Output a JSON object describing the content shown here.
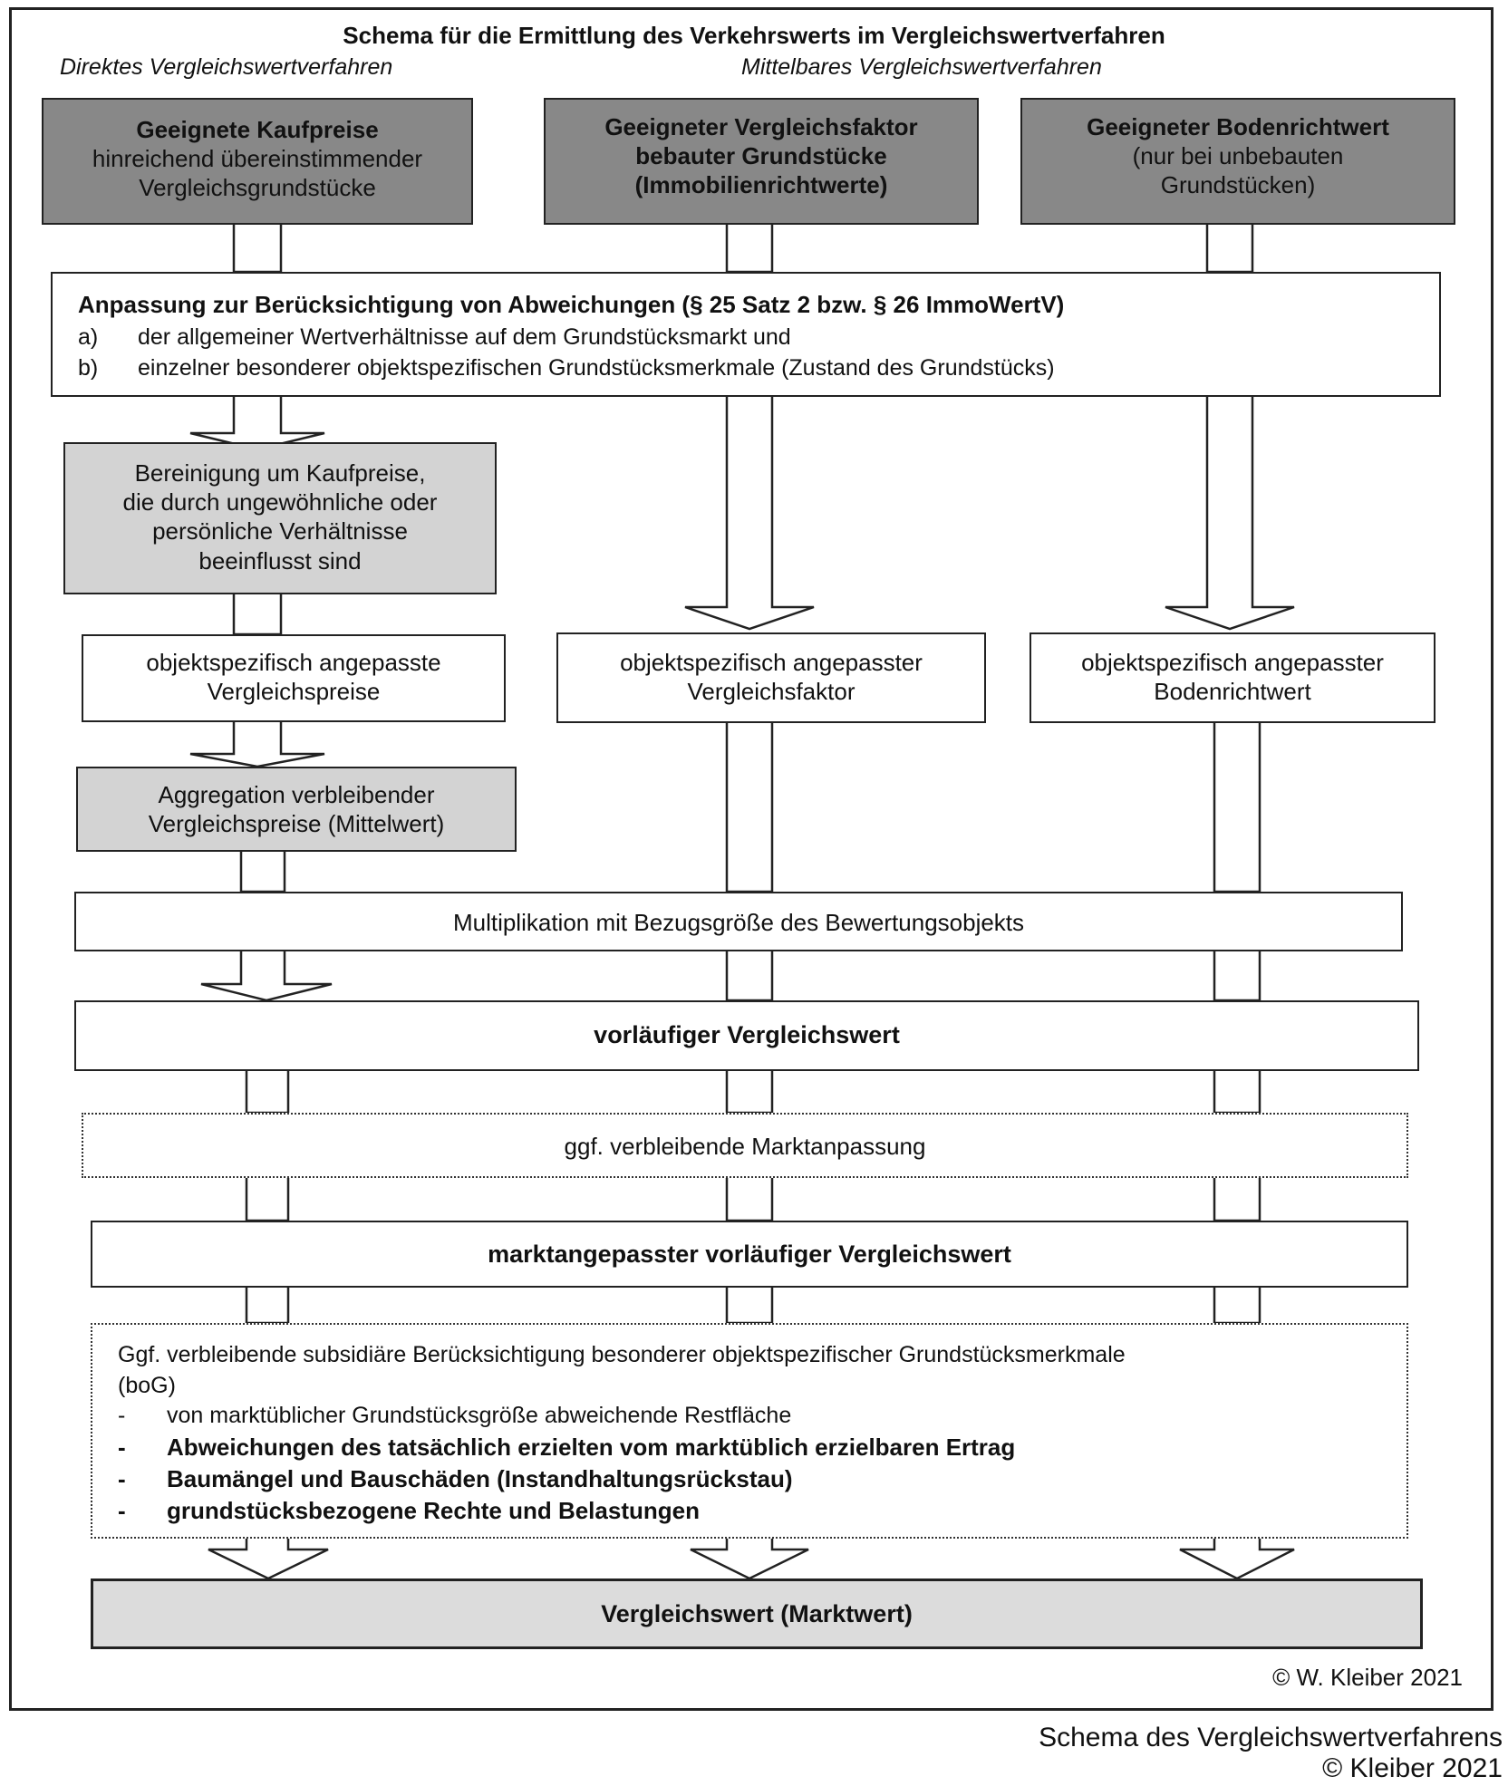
{
  "title": "Schema für die Ermittlung des Verkehrswerts im Vergleichswertverfahren",
  "left_heading": "Direktes Vergleichswertverfahren",
  "right_heading": "Mittelbares Vergleichswertverfahren",
  "top_boxes": {
    "kaufpreise": {
      "title": "Geeignete Kaufpreise",
      "line1": "hinreichend übereinstimmender",
      "line2": "Vergleichsgrundstücke"
    },
    "vergleichsfaktor": {
      "line1": "Geeigneter Vergleichsfaktor",
      "line2": "bebauter Grundstücke",
      "line3": "(Immobilienrichtwerte)"
    },
    "bodenrichtwert": {
      "title": "Geeigneter Bodenrichtwert",
      "line1": "(nur bei unbebauten",
      "line2": "Grundstücken)"
    }
  },
  "anpassung": {
    "heading": "Anpassung zur Berücksichtigung von Abweichungen (§ 25 Satz 2 bzw. § 26 ImmoWertV)",
    "items": [
      {
        "marker": "a)",
        "text": "der allgemeiner Wertverhältnisse auf dem Grundstücksmarkt und"
      },
      {
        "marker": "b)",
        "text": "einzelner besonderer objektspezifischen Grundstücksmerkmale (Zustand des Grundstücks)"
      }
    ]
  },
  "bereinigung": {
    "line1": "Bereinigung um Kaufpreise,",
    "line2": "die durch ungewöhnliche oder",
    "line3": "persönliche Verhältnisse",
    "line4": "beeinflusst sind"
  },
  "angepasst": {
    "preise": {
      "line1": "objektspezifisch angepasste",
      "line2": "Vergleichspreise"
    },
    "faktor": {
      "line1": "objektspezifisch angepasster",
      "line2": "Vergleichsfaktor"
    },
    "boden": {
      "line1": "objektspezifisch angepasster",
      "line2": "Bodenrichtwert"
    }
  },
  "aggregation": {
    "line1": "Aggregation verbleibender",
    "line2": "Vergleichspreise (Mittelwert)"
  },
  "multiplikation": "Multiplikation mit Bezugsgröße des Bewertungsobjekts",
  "vorlaeufig": "vorläufiger Vergleichswert",
  "marktanpassung": "ggf. verbleibende Marktanpassung",
  "marktangepasst": "marktangepasster vorläufiger Vergleichswert",
  "bog": {
    "intro_line1": "Ggf. verbleibende subsidiäre Berücksichtigung besonderer objektspezifischer Grundstücksmerkmale",
    "intro_line2": "(boG)",
    "items": [
      {
        "marker": "-",
        "text": "von marktüblicher Grundstücksgröße abweichende Restfläche"
      },
      {
        "marker": "-",
        "text": "Abweichungen des tatsächlich erzielten vom marktüblich erzielbaren Ertrag"
      },
      {
        "marker": "-",
        "text": "Baumängel und Bauschäden (Instandhaltungsrückstau)"
      },
      {
        "marker": "-",
        "text": "grundstücksbezogene Rechte und Belastungen"
      }
    ]
  },
  "vergleichswert": "Vergleichswert (Marktwert)",
  "copyright_inner": "© W. Kleiber 2021",
  "caption_line1": "Schema des Vergleichswertverfahrens",
  "caption_line2": "© Kleiber 2021",
  "colors": {
    "dark_box": "#888888",
    "light_box": "#d3d3d3",
    "final_box": "#dcdcdc",
    "stroke": "#222222"
  }
}
